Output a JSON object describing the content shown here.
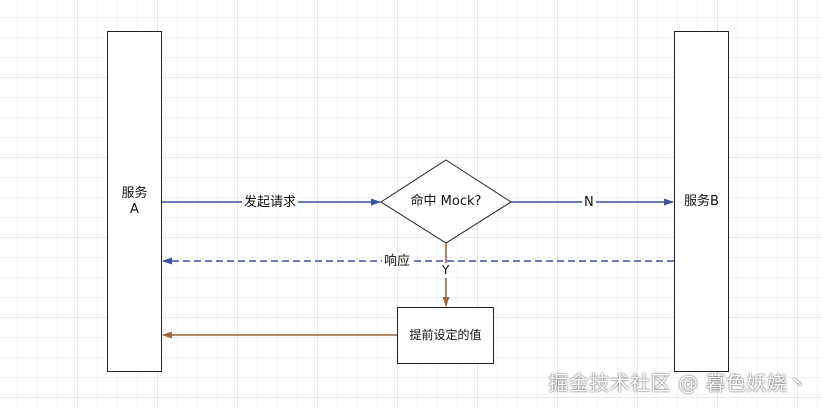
{
  "nodes": {
    "service_a": {
      "line1": "服务",
      "line2": "A"
    },
    "decision": "命中 Mock?",
    "service_b": "服务B",
    "preset": "提前设定的值"
  },
  "edges": {
    "send_request": "发起请求",
    "no_branch": "N",
    "response": "响应",
    "yes_branch": "Y"
  },
  "colors": {
    "request_arrow": "#3c4fa0",
    "return_arrow": "#a0673a",
    "node_border": "#222222"
  },
  "watermark": "掘金技术社区 @ 暮色妖娆丶"
}
